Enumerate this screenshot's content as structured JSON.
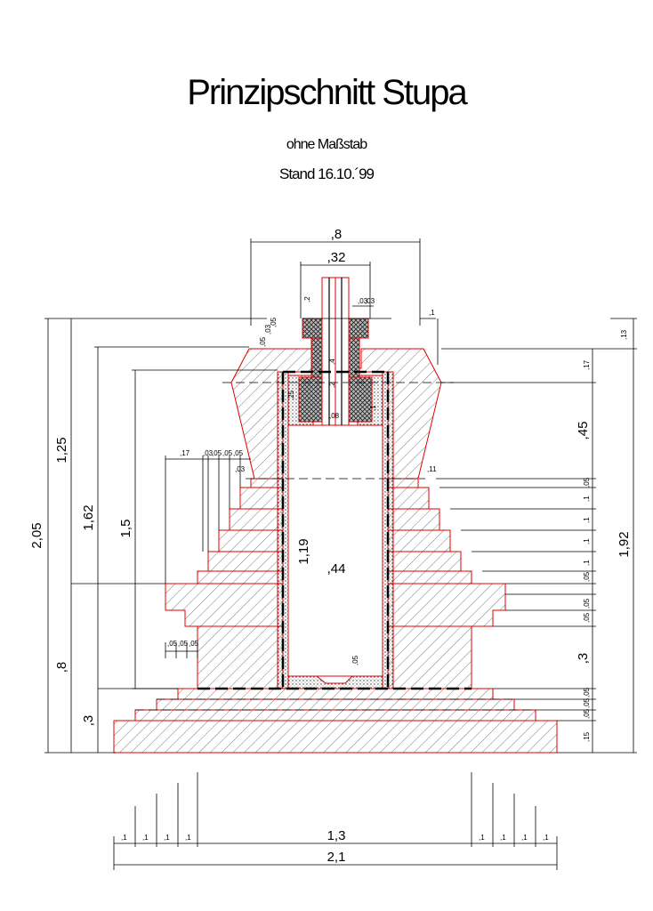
{
  "title": "Prinzipschnitt Stupa",
  "scale_note": "ohne Maßstab",
  "date_note": "Stand 16.10.´99",
  "dims": {
    "top_width": ",8",
    "spire_width": ",32",
    "spire_small_a": ",03",
    "spire_small_b": ",03",
    "spire_height_a": ",2",
    "spire_height_b": ",4",
    "spire_height_c": ",2",
    "spire_gap": ",08",
    "cap_offset": ",1",
    "left_stack_a": ",05",
    "left_stack_b": ",03",
    "left_stack_c": ",05",
    "right_top": ",13",
    "right_cone": ",17",
    "cone_height": ",45",
    "cone_step": ",11",
    "inner_top": ",25",
    "inner_gap": ",1",
    "step_dims_left": [
      ",17",
      ",03",
      ",05",
      ",05",
      ",05"
    ],
    "step_small": ",03",
    "overall_height": "2,05",
    "upper_height": "1,25",
    "mid_height": "1,62",
    "chamber_height": "1,5",
    "inner_height": "1,19",
    "inner_width": ",44",
    "lower_height": ",8",
    "base_height": ",3",
    "base_steps_left": [
      ",05",
      ",05",
      ",05"
    ],
    "right_total": "1,92",
    "right_steps": [
      ",05",
      ",1",
      ",1",
      ",1",
      ",1",
      ",05",
      ",05",
      ",05"
    ],
    "right_lower": ",3",
    "right_base": [
      ",05",
      ",05",
      ",05"
    ],
    "right_plinth": ",15",
    "floor_dim": ",05",
    "bottom_small_left": [
      ",1",
      ",1",
      ",1",
      ",1"
    ],
    "bottom_middle": "1,3",
    "bottom_small_right": [
      ",1",
      ",1",
      ",1",
      ",1"
    ],
    "bottom_total": "2,1"
  }
}
